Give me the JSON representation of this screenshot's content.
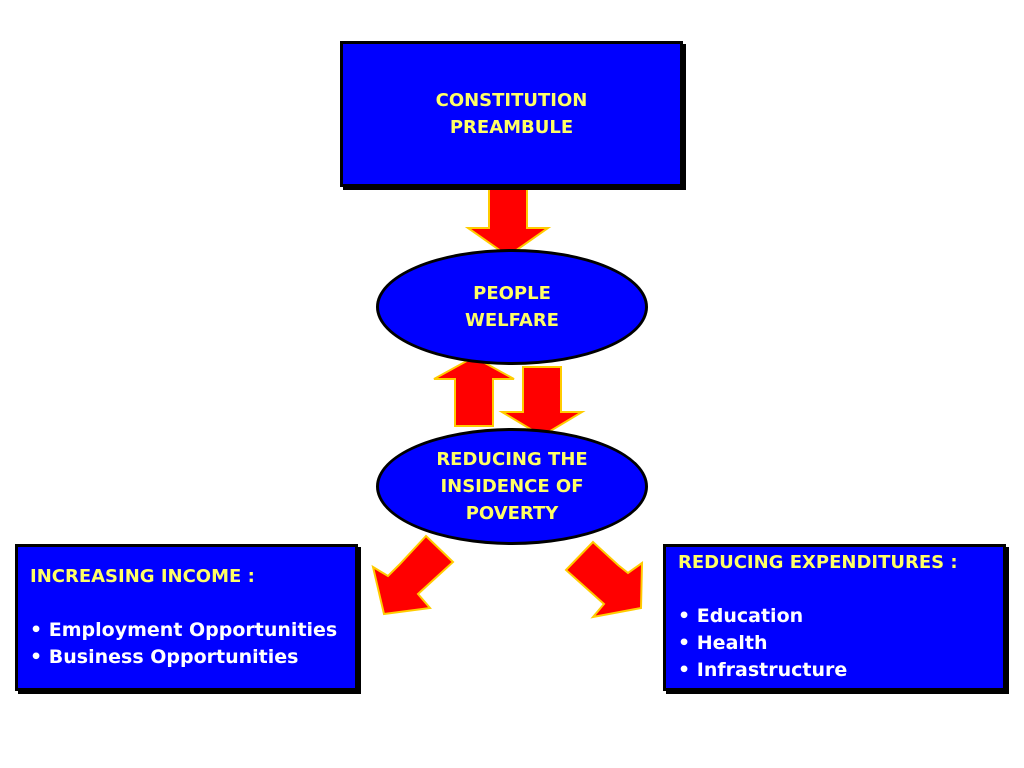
{
  "diagram": {
    "top_box": {
      "line1": "CONSTITUTION",
      "line2": "PREAMBULE"
    },
    "welfare": {
      "line1": "PEOPLE",
      "line2": "WELFARE"
    },
    "poverty": {
      "line1": "REDUCING THE",
      "line2": "INSIDENCE OF",
      "line3": "POVERTY"
    },
    "income": {
      "heading": "INCREASING INCOME :",
      "items": [
        "Employment Opportunities",
        "Business Opportunities"
      ]
    },
    "expenditure": {
      "heading": "REDUCING EXPENDITURES :",
      "items": [
        "Education",
        "Health",
        "Infrastructure"
      ]
    },
    "bullet": "•"
  },
  "colors": {
    "box_fill": "#0000ff",
    "box_border": "#000000",
    "title_text": "#ffff66",
    "body_text": "#ffffff",
    "arrow_fill": "#ff0000",
    "arrow_outline": "#ffcc00"
  }
}
